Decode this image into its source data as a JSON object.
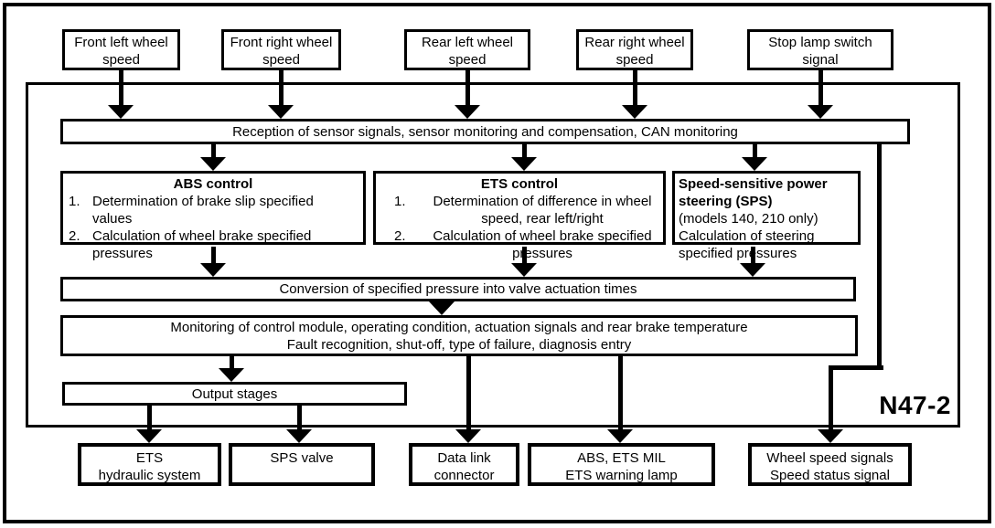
{
  "colors": {
    "line": "#000000",
    "background": "#ffffff"
  },
  "inputs": [
    {
      "label": [
        "Front left wheel",
        "speed"
      ]
    },
    {
      "label": [
        "Front right wheel",
        "speed"
      ]
    },
    {
      "label": [
        "Rear left wheel",
        "speed"
      ]
    },
    {
      "label": [
        "Rear right wheel",
        "speed"
      ]
    },
    {
      "label": [
        "Stop lamp switch",
        "signal"
      ]
    }
  ],
  "controller": {
    "module_label": "N47-2",
    "reception": "Reception of sensor signals, sensor monitoring and compensation, CAN monitoring",
    "abs": {
      "title": "ABS control",
      "items": [
        {
          "num": "1.",
          "text": "Determination of brake slip specified values"
        },
        {
          "num": "2.",
          "text": "Calculation of wheel brake specified pressures"
        }
      ]
    },
    "ets": {
      "title": "ETS control",
      "items": [
        {
          "num": "1.",
          "text": "Determination of difference in wheel speed, rear left/right"
        },
        {
          "num": "2.",
          "text": "Calculation of wheel brake specified pressures"
        }
      ]
    },
    "sps": {
      "title": "Speed-sensitive power steering (SPS)",
      "note": "(models 140, 210 only)",
      "text": "Calculation of steering specified pressures"
    },
    "conversion": "Conversion of specified pressure into valve actuation times",
    "monitoring": [
      "Monitoring of control module, operating condition, actuation signals and rear brake temperature",
      "Fault recognition, shut-off, type of failure, diagnosis entry"
    ],
    "output_stages": "Output stages"
  },
  "outputs": [
    {
      "label": [
        "ETS",
        "hydraulic system"
      ]
    },
    {
      "label": [
        "SPS valve"
      ]
    },
    {
      "label": [
        "Data link",
        "connector"
      ]
    },
    {
      "label": [
        "ABS, ETS MIL",
        "ETS warning lamp"
      ]
    },
    {
      "label": [
        "Wheel speed signals",
        "Speed status signal"
      ]
    }
  ]
}
